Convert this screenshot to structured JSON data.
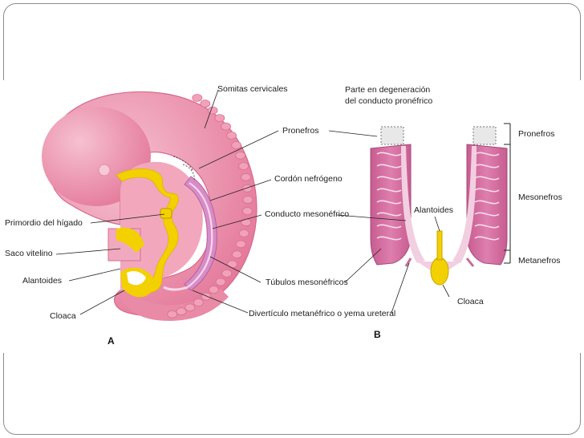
{
  "panel_a": {
    "letter": "A",
    "labels": {
      "somitas": "Somitas cervicales",
      "pronefros": "Pronefros",
      "cordon": "Cordón nefrógeno",
      "conducto": "Conducto mesonéfrico",
      "primordio": "Primordio del hígado",
      "saco": "Saco vitelino",
      "alantoides": "Alantoides",
      "cloaca": "Cloaca",
      "tubulos": "Túbulos mesonéfricos",
      "diverticulo": "Divertículo metanéfrico o yema ureteral"
    }
  },
  "panel_b": {
    "letter": "B",
    "labels": {
      "degeneracion_1": "Parte en degeneración",
      "degeneracion_2": "del conducto pronéfrico",
      "alantoides": "Alantoides",
      "cloaca": "Cloaca",
      "pronefros": "Pronefros",
      "mesonefros": "Mesonefros",
      "metanefros": "Metanefros"
    }
  },
  "colors": {
    "embryo_pink": "#e8809e",
    "embryo_light": "#f3b3c5",
    "yolk": "#f3d200",
    "kidney": "#d56fa0",
    "tubule": "#f4d3e3"
  }
}
